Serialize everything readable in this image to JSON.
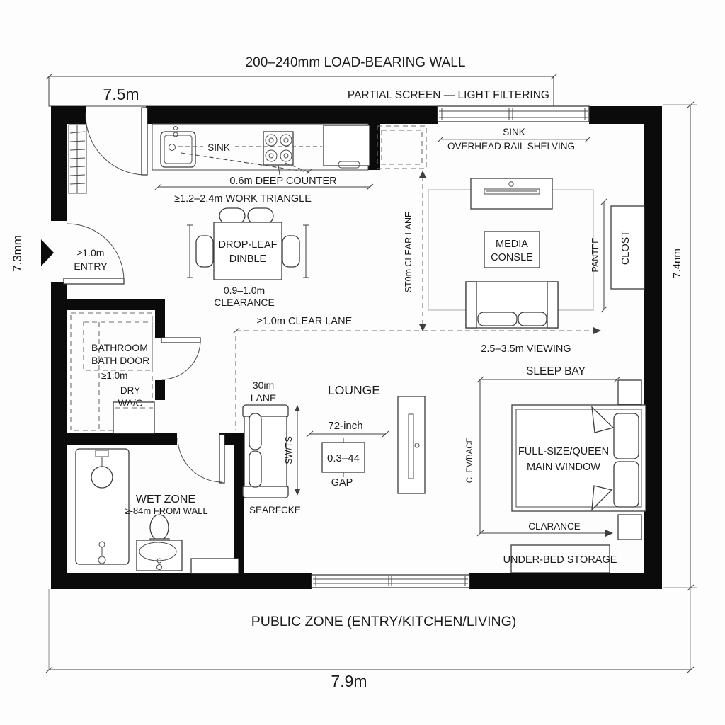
{
  "header": {
    "title": "200–240mm LOAD-BEARING WALL",
    "width_label": "7.5m",
    "screen_label": "PARTIAL SCREEN — LIGHT FILTERING"
  },
  "dims": {
    "left": "7.3mm",
    "right": "7.4nm",
    "bottom": "7.9m"
  },
  "kitchen": {
    "sink_label": "SINK",
    "counter_dim": "0.6m DEEP COUNTER",
    "triangle_dim": "≥1.2–2.4m WORK TRIANGLE",
    "shelf_title": "SINK",
    "shelf_sub": "OVERHEAD RAIL SHELVING"
  },
  "entry": {
    "clearance": "≥1.0m",
    "label": "ENTRY"
  },
  "dining": {
    "name1": "DROP-LEAF",
    "name2": "DINBLE",
    "clear1": "0.9–1.0m",
    "clear2": "CLEARANCE"
  },
  "living": {
    "lane_h": "≥1.0m CLEAR LANE",
    "lane_v": "ST0m CLEAR LANE",
    "media1": "MEDIA",
    "media2": "CONSLE",
    "pantry": "PANTEE",
    "closet": "CLOST",
    "viewing": "2.5–3.5m VIEWING"
  },
  "bathroom": {
    "l1": "BATHROOM",
    "l2": "BATH DOOR",
    "l3": "≥1.0m",
    "l4": "DRY",
    "l5": "WA/C"
  },
  "wetzone": {
    "l1": "WET ZONE",
    "l2": "≥-84m FROM WALL"
  },
  "lounge": {
    "lane1": "30im",
    "lane2": "LANE",
    "title": "LOUNGE",
    "tv_dim": "72-inch",
    "gap_val": "0.3–44",
    "gap_label": "GAP",
    "sofa_dim": "SW/TS",
    "seat": "SEARFCKE"
  },
  "sleep": {
    "bay": "SLEEP BAY",
    "bed1": "FULL-SIZE/QUEEN",
    "bed2": "MAIN WINDOW",
    "side_dim": "CLEV/BACE",
    "bottom_dim": "CLARANCE",
    "storage": "UNDER-BED STORAGE"
  },
  "footer": {
    "zone": "PUBLIC ZONE (ENTRY/KITCHEN/LIVING)"
  }
}
